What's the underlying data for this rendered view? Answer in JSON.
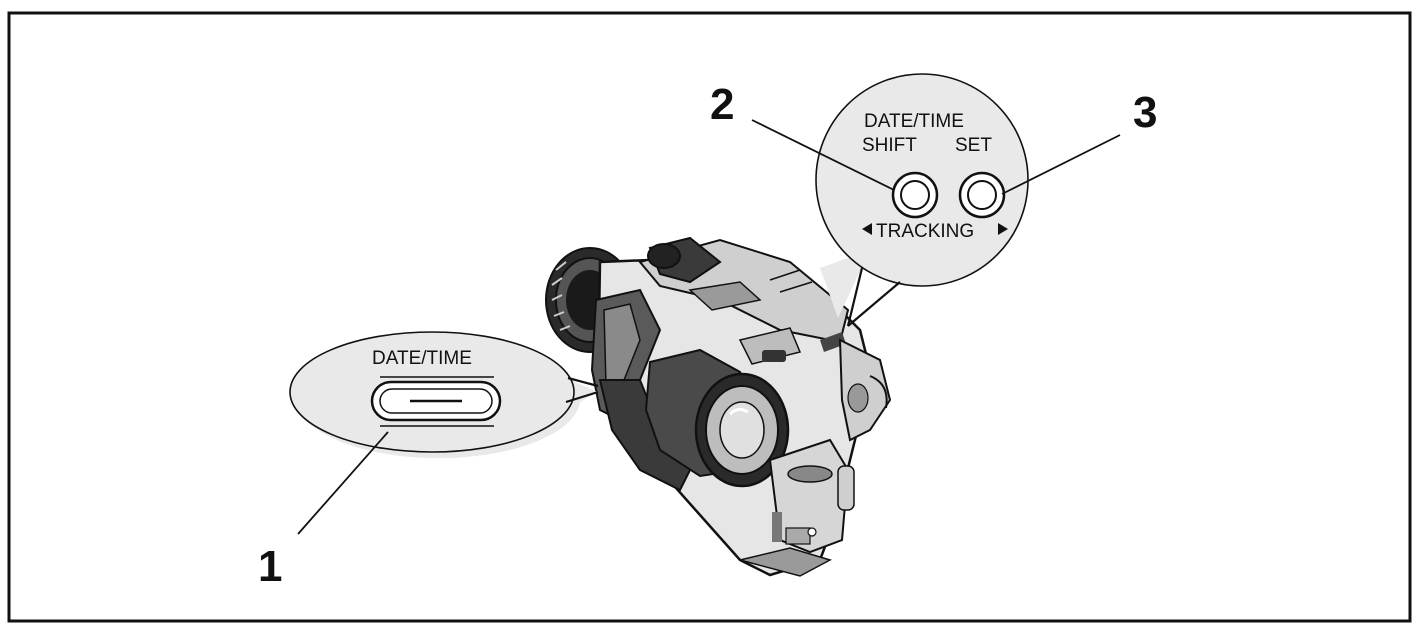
{
  "callouts": {
    "one": "1",
    "two": "2",
    "three": "3"
  },
  "bubble_left": {
    "button_label": "DATE/TIME"
  },
  "bubble_right": {
    "title": "DATE/TIME",
    "shift_label": "SHIFT",
    "set_label": "SET",
    "tracking_label": "TRACKING"
  }
}
